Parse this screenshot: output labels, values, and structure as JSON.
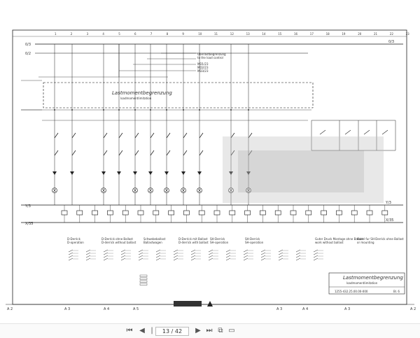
{
  "viewer": {
    "page_current": "13",
    "page_separator": "/",
    "page_total": "42"
  },
  "drawing": {
    "column_numbers": [
      "1",
      "2",
      "3",
      "4",
      "5",
      "6",
      "7",
      "8",
      "9",
      "10",
      "11",
      "12",
      "13",
      "14",
      "15",
      "16",
      "17",
      "18",
      "19",
      "20",
      "21",
      "22",
      "23"
    ],
    "bus_labels": {
      "top_left": "0/3",
      "top_right": "0/3",
      "bus2_left": "0/2",
      "bus3_left": "Y/3",
      "bus3_right": "Y/3",
      "bus4_left": "X/35",
      "bus4_right": "X/35"
    },
    "lmb_box_title": "Lastmomentbegrenzung",
    "lmb_box_subtitle": "loadmomentlimitation",
    "top_notes": [
      "Uberlastbegrenzung",
      "to the load control",
      "MD1/23",
      "MD2/23",
      "MD3/23"
    ],
    "bottom_groups": [
      {
        "de": "D-Derrick",
        "en": "D-operation"
      },
      {
        "de": "D-Derrick ohne Ballast",
        "en": "D-derrick without ballast"
      },
      {
        "de": "Schwebeballast",
        "en": "Ballastwagen"
      },
      {
        "de": "D-Derrick mit Ballast",
        "en": "D-derrick with ballast"
      },
      {
        "de": "SH-Derrick",
        "en": "SH-operation"
      },
      {
        "de": "SH-Derrick",
        "en": "SH-operation"
      },
      {
        "de": "Guter Druck Montage ohne Ballast",
        "en": "work without ballast"
      },
      {
        "de": "Kabel fur SH-Derrick ohne Ballast",
        "en": "or mounting"
      }
    ],
    "title_block_line1": "Lastmomentbegrenzung",
    "title_block_line2": "loadmomentlimitation",
    "drawing_number": "1255-432.25.00.00-000",
    "sheet_label": "Bl. 6",
    "frame_letters": [
      "A 2",
      "A 3",
      "A 4",
      "A 5",
      "A 3",
      "A 4",
      "A 3",
      "A 2"
    ]
  }
}
